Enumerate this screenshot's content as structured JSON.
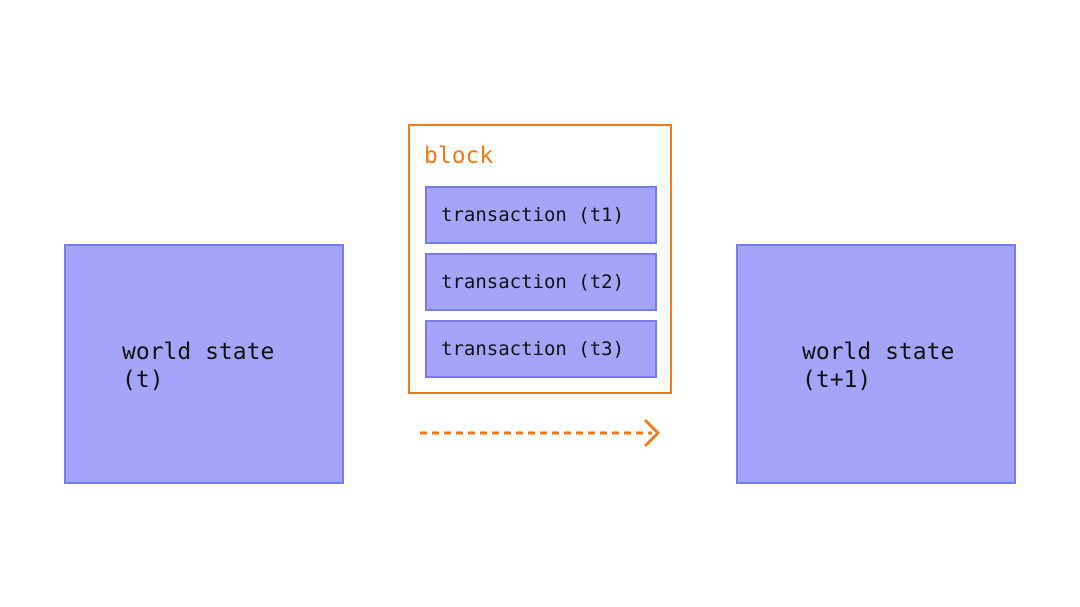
{
  "diagram": {
    "left_state": {
      "line1": "world state",
      "line2": "(t)"
    },
    "block": {
      "label": "block",
      "transactions": [
        "transaction (t1)",
        "transaction (t2)",
        "transaction (t3)"
      ]
    },
    "right_state": {
      "line1": "world state",
      "line2": "(t+1)"
    },
    "colors": {
      "state_fill": "#a4a4f8",
      "state_border": "#7b7bf0",
      "block_border": "#f07a1a",
      "arrow": "#f07a1a",
      "text": "#111111"
    },
    "icons": {
      "transition_arrow": "dashed-right-arrow-icon"
    }
  }
}
